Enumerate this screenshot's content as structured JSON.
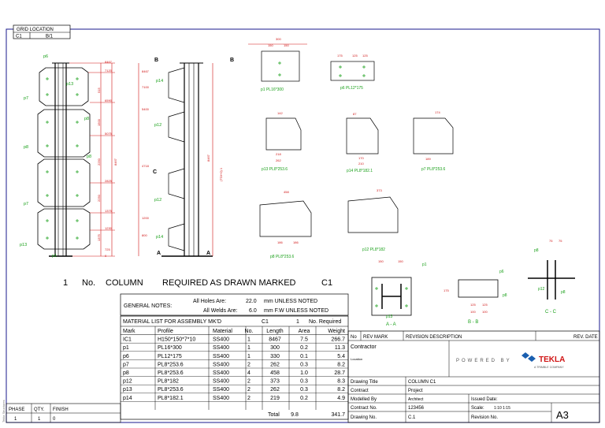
{
  "colors": {
    "frame": "#1a1a8c",
    "steel": "#000000",
    "dimension": "#d01414",
    "tag": "#1aa01a",
    "tekla_blue": "#1a5fb0",
    "tekla_red": "#d01414"
  },
  "grid_location": {
    "title": "GRID LOCATION",
    "col1": "C1",
    "col2": "B/1"
  },
  "elevation": {
    "tags": [
      "p6",
      "p13",
      "p7",
      "p8",
      "p8",
      "p8",
      "p7",
      "p13"
    ],
    "gap_label": "p1",
    "dims_right": [
      "8467",
      "7120",
      "6590",
      "5075",
      "2825",
      "1375",
      "1230",
      "725",
      "0"
    ],
    "dims_segments": [
      "515",
      "1500",
      "2250",
      "2250",
      "1375"
    ],
    "total": "8467"
  },
  "side_view": {
    "section_marks": [
      "B",
      "B",
      "C",
      "A",
      "A"
    ],
    "tags": [
      "p14",
      "p12",
      "p12",
      "p14"
    ],
    "dims_left": [
      "8467",
      "7100",
      "5400",
      "4718",
      "1200",
      "800"
    ],
    "total": "8467",
    "total2": "(TO/+0) 1"
  },
  "plates": {
    "p1": "p1 PL16*300",
    "p6": "p6 PL12*175",
    "p13": "p13 PL8*253.6",
    "p14": "p14 PL8*182.1",
    "p7": "p7 PL8*253.6",
    "p8": "p8 PL8*253.6",
    "p12": "p12 PL8*182",
    "dims": [
      "300",
      "150",
      "150",
      "175",
      "125",
      "125",
      "142",
      "218",
      "262",
      "87",
      "170",
      "210",
      "174",
      "189",
      "458",
      "373",
      "186",
      "186"
    ]
  },
  "sections": {
    "a": "A - A",
    "b": "B - B",
    "c": "C - C",
    "tags_a": [
      "p1",
      "p13"
    ],
    "tags_b": [
      "p6",
      "p8"
    ],
    "tags_c": [
      "p8",
      "p12",
      "p8"
    ],
    "dims": [
      "150",
      "150",
      "125",
      "125",
      "100",
      "100",
      "175",
      "75",
      "75"
    ]
  },
  "required_line": {
    "qty": "1",
    "no": "No.",
    "type": "COLUMN",
    "text": "REQUIRED AS DRAWN MARKED",
    "mark": "C1"
  },
  "general_notes": {
    "label": "GENERAL NOTES:",
    "holes_label": "All Holes Are:",
    "holes_val": "22.0",
    "holes_unit": "mm UNLESS NOTED",
    "welds_label": "All Welds Are:",
    "welds_val": "6.0",
    "welds_unit": "mm F.W UNLESS NOTED"
  },
  "material_list": {
    "title": "MATERIAL LIST FOR ASSEMBLY MK'D",
    "assembly": "C1",
    "qty": "1",
    "required": "No. Required",
    "headers": [
      "Mark",
      "Profile",
      "Material",
      "No.",
      "Length",
      "Area",
      "Weight"
    ],
    "rows": [
      [
        "IC1",
        "H150*150*7*10",
        "SS400",
        "1",
        "8467",
        "7.5",
        "266.7"
      ],
      [
        "p1",
        "PL16*300",
        "SS400",
        "1",
        "300",
        "0.2",
        "11.3"
      ],
      [
        "p6",
        "PL12*175",
        "SS400",
        "1",
        "330",
        "0.1",
        "5.4"
      ],
      [
        "p7",
        "PL8*253.6",
        "SS400",
        "2",
        "262",
        "0.3",
        "8.2"
      ],
      [
        "p8",
        "PL8*253.6",
        "SS400",
        "4",
        "458",
        "1.0",
        "28.7"
      ],
      [
        "p12",
        "PL8*182",
        "SS400",
        "2",
        "373",
        "0.3",
        "8.3"
      ],
      [
        "p13",
        "PL8*253.6",
        "SS400",
        "2",
        "262",
        "0.3",
        "8.2"
      ],
      [
        "p14",
        "PL8*182.1",
        "SS400",
        "2",
        "219",
        "0.2",
        "4.9"
      ]
    ],
    "total_label": "Total",
    "total_area": "9.8",
    "total_weight": "341.7"
  },
  "phase_table": {
    "headers": [
      "PHASE",
      "QTY.",
      "FINISH"
    ],
    "row": [
      "1",
      "1",
      "0"
    ]
  },
  "side_note": "Tekla Structures",
  "revision": {
    "headers": [
      "No",
      "REV MARK",
      "REVISION DESCRIPTION",
      "REV. DATE"
    ]
  },
  "contractor": {
    "label": "Contractor",
    "location": "Location"
  },
  "logo": {
    "powered": "POWERED BY",
    "brand": "TEKLA",
    "sub": "A TRIMBLE COMPANY"
  },
  "title_block": {
    "drawing_title_label": "Drawing Title",
    "drawing_title": "COLUMN C1",
    "contract_label": "Contract",
    "contract": "Project",
    "modelled_label": "Modelled By",
    "modelled": "Architect",
    "issued_label": "Issued Date:",
    "contract_no_label": "Contract No.",
    "contract_no": "123456",
    "scale_label": "Scale:",
    "scale": "1:10   1:15",
    "drawing_no_label": "Drawing No.",
    "drawing_no": "C.1",
    "revision_no_label": "Revision No.",
    "size": "A3"
  }
}
